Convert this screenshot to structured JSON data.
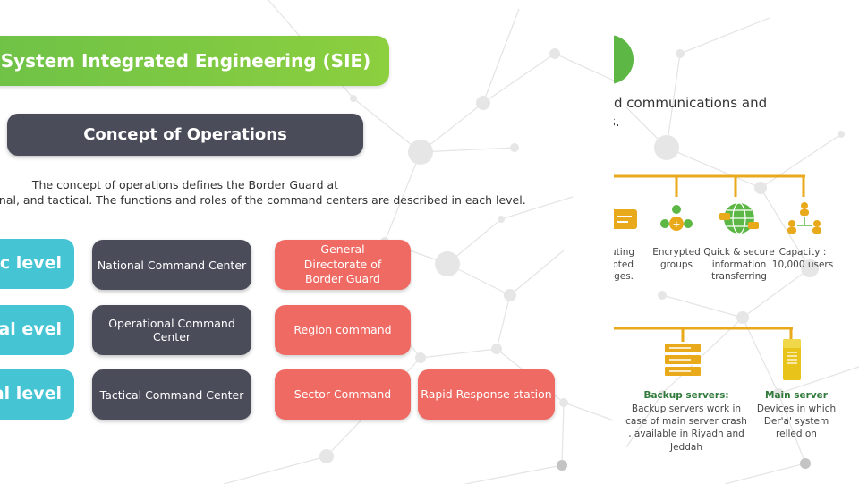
{
  "left_slide": {
    "title": "System Integrated Engineering (SIE)",
    "subtitle": "Concept of Operations",
    "description_line1": "The concept of operations defines the Border Guard at",
    "description_line2": "c, operational, and tactical. The functions and roles of the command centers are described in each level.",
    "levels": [
      {
        "level": "gic level",
        "center": "National Command Center",
        "units": [
          "General Directorate of Border Guard"
        ]
      },
      {
        "level": "ational evel",
        "center": "Operational Command Center",
        "units": [
          "Region command"
        ]
      },
      {
        "level": "al level",
        "center": "Tactical Command Center",
        "units": [
          "Sector Command",
          "Rapid Response station"
        ]
      }
    ],
    "colors": {
      "green": "#6ec247",
      "dark": "#4a4c5a",
      "cyan": "#45c4d4",
      "red": "#ef6a63"
    }
  },
  "right_slide": {
    "text_line1": "d communications and",
    "text_line2": "s.",
    "features": [
      {
        "icon": "chat-icon",
        "label": "uting pted ges."
      },
      {
        "icon": "group-icon",
        "label": "Encrypted groups"
      },
      {
        "icon": "globe-icon",
        "label": "Quick & secure information transferring"
      },
      {
        "icon": "users-network-icon",
        "label": "Capacity : 10,000 users"
      }
    ],
    "servers": [
      {
        "icon": "server-rack-icon",
        "title": "Backup servers:",
        "description": "Backup servers work in case of main server crash , available in Riyadh and Jeddah"
      },
      {
        "icon": "server-tower-icon",
        "title": "Main server",
        "description": "Devices in which Der'a' system relled on"
      }
    ],
    "colors": {
      "accent": "#e8a91b",
      "green": "#5cb744"
    }
  }
}
